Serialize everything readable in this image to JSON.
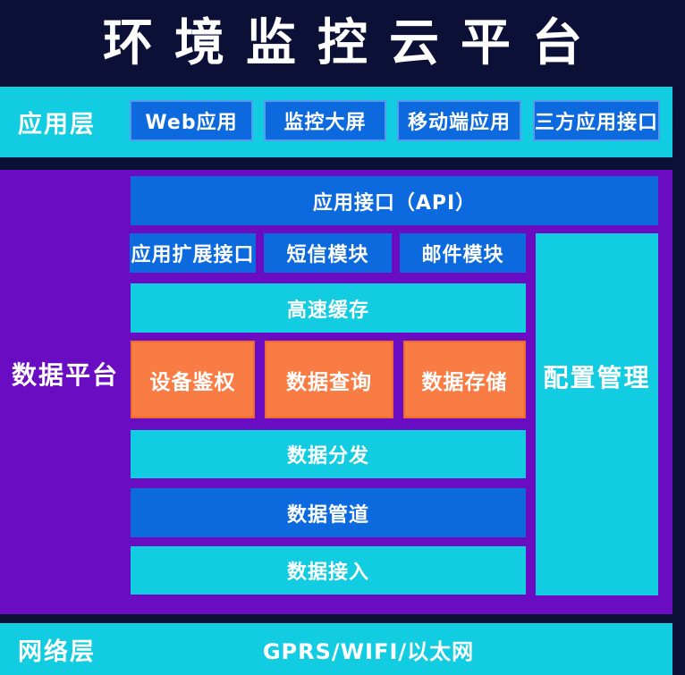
{
  "colors": {
    "navy": "#0c1036",
    "cyan": "#12cde1",
    "blue": "#0c6ade",
    "purple": "#6a0dc2",
    "orange": "#f87c44",
    "text": "#ffffff"
  },
  "title": "环境监控云平台",
  "app_layer": {
    "label": "应用层",
    "buttons": [
      "Web应用",
      "监控大屏",
      "移动端应用",
      "三方应用接口"
    ]
  },
  "data_platform": {
    "label": "数据平台",
    "api_bar": "应用接口（API）",
    "modules": [
      "应用扩展接口",
      "短信模块",
      "邮件模块"
    ],
    "cache_bar": "高速缓存",
    "services": [
      "设备鉴权",
      "数据查询",
      "数据存储"
    ],
    "distribute_bar": "数据分发",
    "pipeline_bar": "数据管道",
    "access_bar": "数据接入",
    "config_column": "配置管理"
  },
  "network_layer": {
    "label": "网络层",
    "protocols": "GPRS/WIFI/以太网"
  }
}
